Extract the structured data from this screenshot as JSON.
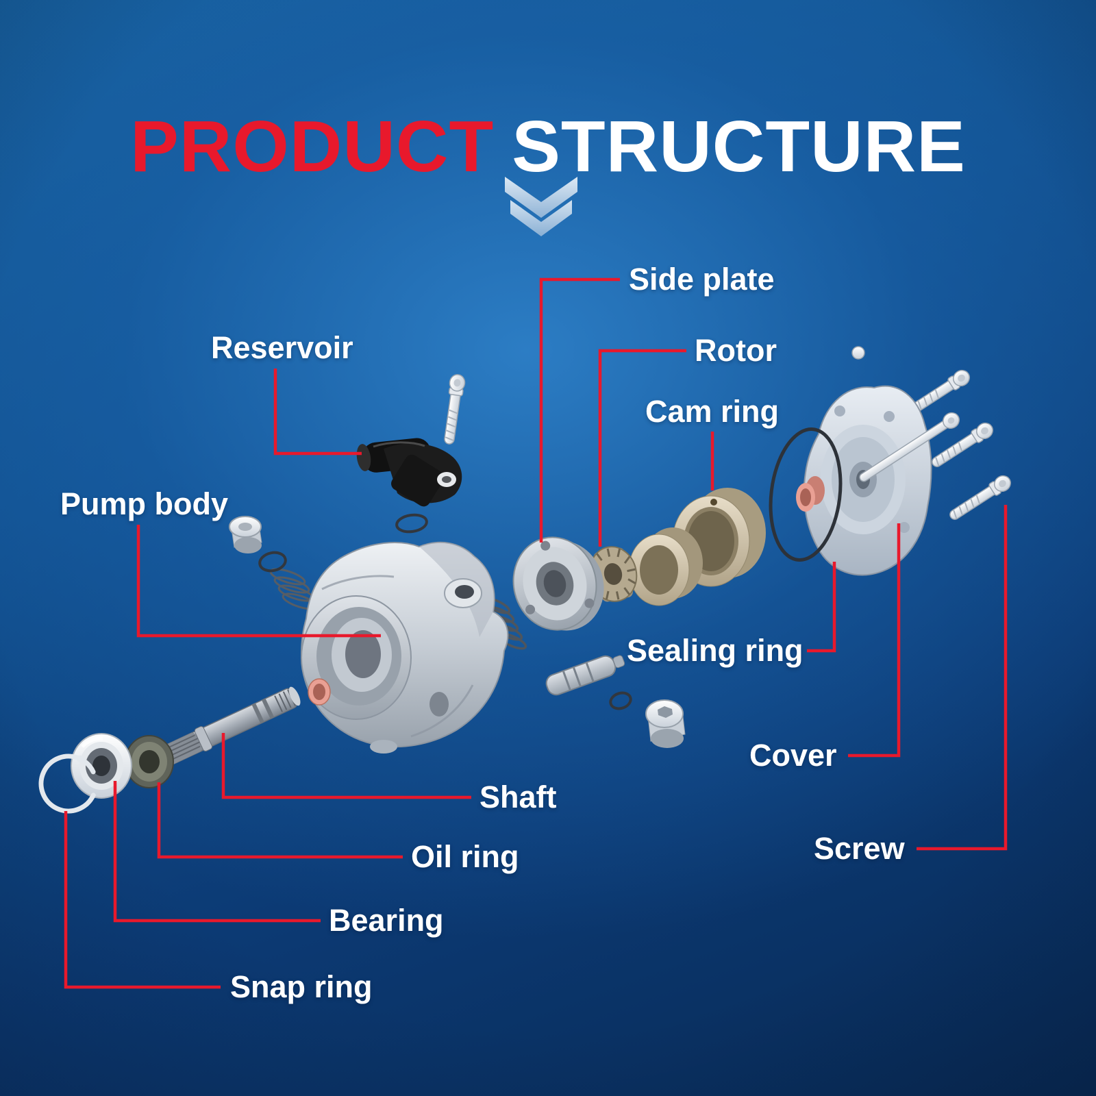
{
  "title": {
    "word_primary": "PRODUCT",
    "word_secondary": "STRUCTURE"
  },
  "colors": {
    "accent_red": "#E8192C",
    "text_white": "#FFFFFF",
    "background_light": "#1A6CB5",
    "background_dark": "#082A55",
    "leader_line": "#E8192C",
    "chevron_blue": "#AECBE6"
  },
  "icons": {
    "chevron": "double-chevron-down"
  },
  "parts": [
    {
      "id": "side_plate",
      "label": "Side plate"
    },
    {
      "id": "reservoir",
      "label": "Reservoir"
    },
    {
      "id": "rotor",
      "label": "Rotor"
    },
    {
      "id": "cam_ring",
      "label": "Cam ring"
    },
    {
      "id": "pump_body",
      "label": "Pump body"
    },
    {
      "id": "sealing_ring",
      "label": "Sealing ring"
    },
    {
      "id": "cover",
      "label": "Cover"
    },
    {
      "id": "shaft",
      "label": "Shaft"
    },
    {
      "id": "oil_ring",
      "label": "Oil ring"
    },
    {
      "id": "bearing",
      "label": "Bearing"
    },
    {
      "id": "snap_ring",
      "label": "Snap ring"
    },
    {
      "id": "screw",
      "label": "Screw"
    }
  ]
}
